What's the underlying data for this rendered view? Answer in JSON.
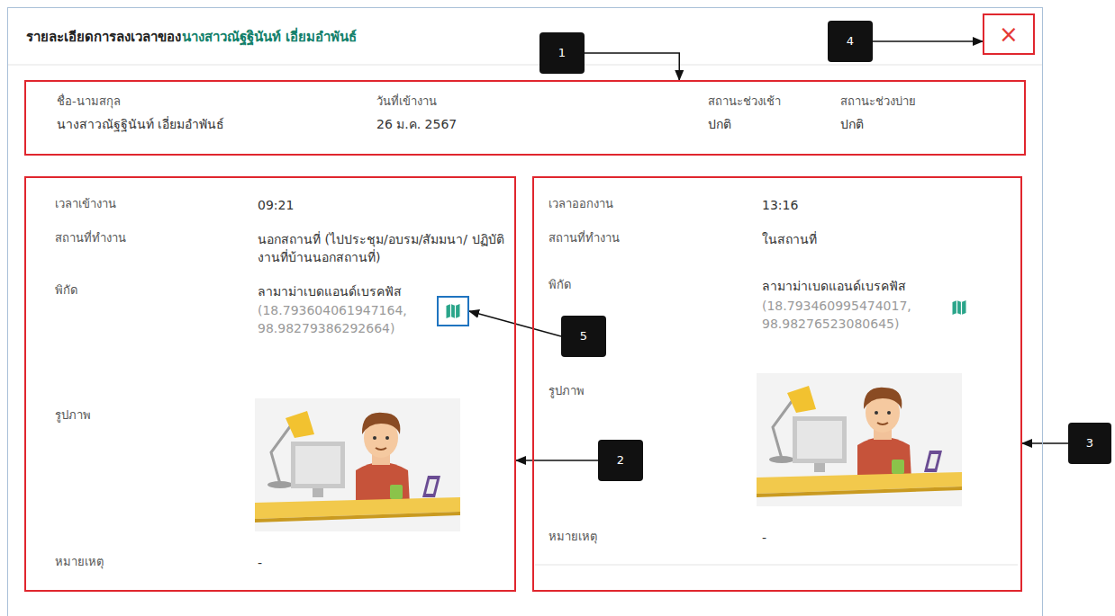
{
  "diagram": {
    "nodes": [
      {
        "text": [
          "รายละเอียดการลงเวลาของ",
          "นางสาวณัฐฐินันท์ เอี่ยมอำพันธ์"
        ]
      },
      {
        "text": [
          "×"
        ],
        "in": 0
      },
      {
        "text": [
          "1"
        ],
        "in": 0
      },
      {
        "text": [
          "4"
        ],
        "in": 0
      },
      {
        "text": [
          "ชื่อ-นามสกุล",
          "นางสาวณัฐฐินันท์ เอี่ยมอำพันธ์",
          "วันที่เข้างาน",
          "26 ม.ค. 2567",
          "สถานะช่วงเช้า",
          "ปกติ",
          "สถานะช่วงบ่าย",
          "ปกติ"
        ],
        "in": 0
      },
      {
        "text": [
          "เวลาเข้างาน",
          "09:21",
          "สถานที่ทำงาน",
          "นอกสถานที่ (ไปประชุม/อบรม/สัมมนา/ ปฏิบัติงานที่บ้านนอกสถานที่)",
          "พิกัด",
          "ลามาม่าเบดแอนด์เบรคฟัส",
          "(18.793604061947164, 98.98279386292664)",
          "รูปภาพ",
          "หมายเหตุ",
          "-"
        ],
        "in": 0
      },
      {
        "text": [],
        "in": 5
      },
      {
        "text": [
          "5"
        ],
        "in": 0
      },
      {
        "text": [
          "2"
        ],
        "in": 0
      },
      {
        "text": [
          "เวลาออกงาน",
          "13:16",
          "สถานที่ทำงาน",
          "ในสถานที่",
          "พิกัด",
          "ลามาม่าเบดแอนด์เบรคฟัส",
          "(18.793460995474017, 98.98276523080645)",
          "รูปภาพ",
          "หมายเหตุ",
          "-"
        ],
        "in": 0
      },
      {
        "text": [
          "3"
        ]
      }
    ],
    "edges": [
      {
        "from": 2,
        "to": 4,
        "arrow": "to"
      },
      {
        "from": 3,
        "to": 1,
        "arrow": "to"
      },
      {
        "from": 7,
        "to": 6,
        "arrow": "to"
      },
      {
        "from": 8,
        "to": 5,
        "arrow": "to"
      },
      {
        "from": 10,
        "to": 9,
        "arrow": "to"
      }
    ]
  }
}
